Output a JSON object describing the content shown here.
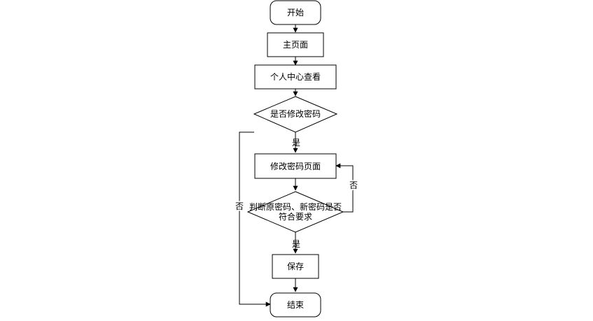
{
  "nodes": {
    "start": "开始",
    "home": "主页面",
    "profile": "个人中心查看",
    "decision_change": "是否修改密码",
    "change_page": "修改密码页面",
    "decision_check_line1": "判断原密码、新密码是否",
    "decision_check_line2": "符合要求",
    "save": "保存",
    "end": "结束"
  },
  "edges": {
    "change_yes": "是",
    "change_no": "否",
    "check_no": "否",
    "check_yes": "是"
  },
  "colors": {
    "stroke": "#000000",
    "fill": "#ffffff",
    "text": "#000000"
  }
}
